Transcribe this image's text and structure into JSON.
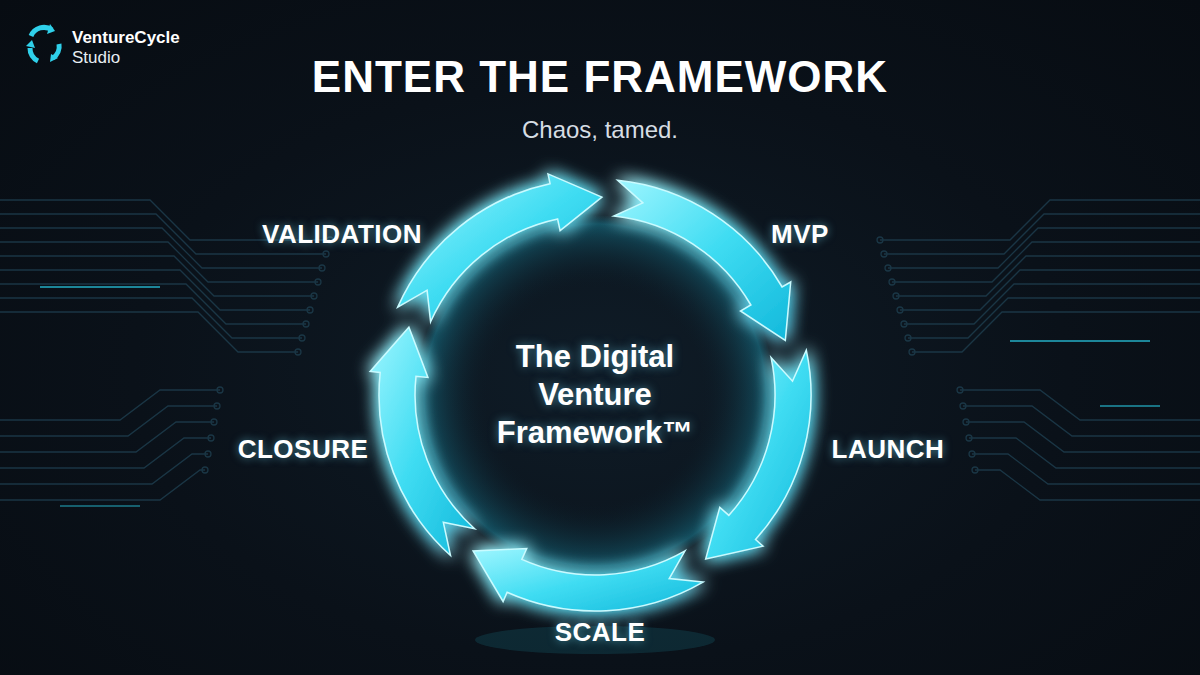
{
  "diagram": {
    "title": "ENTER THE FRAMEWORK",
    "caption": "Chaos, tamed.",
    "nodes": [
      {
        "text": [
          "The Digital Venture Framework™"
        ]
      }
    ],
    "labels": [
      "VentureCycle",
      "Studio",
      "VALIDATION",
      "MVP",
      "LAUNCH",
      "SCALE",
      "CLOSURE"
    ]
  }
}
